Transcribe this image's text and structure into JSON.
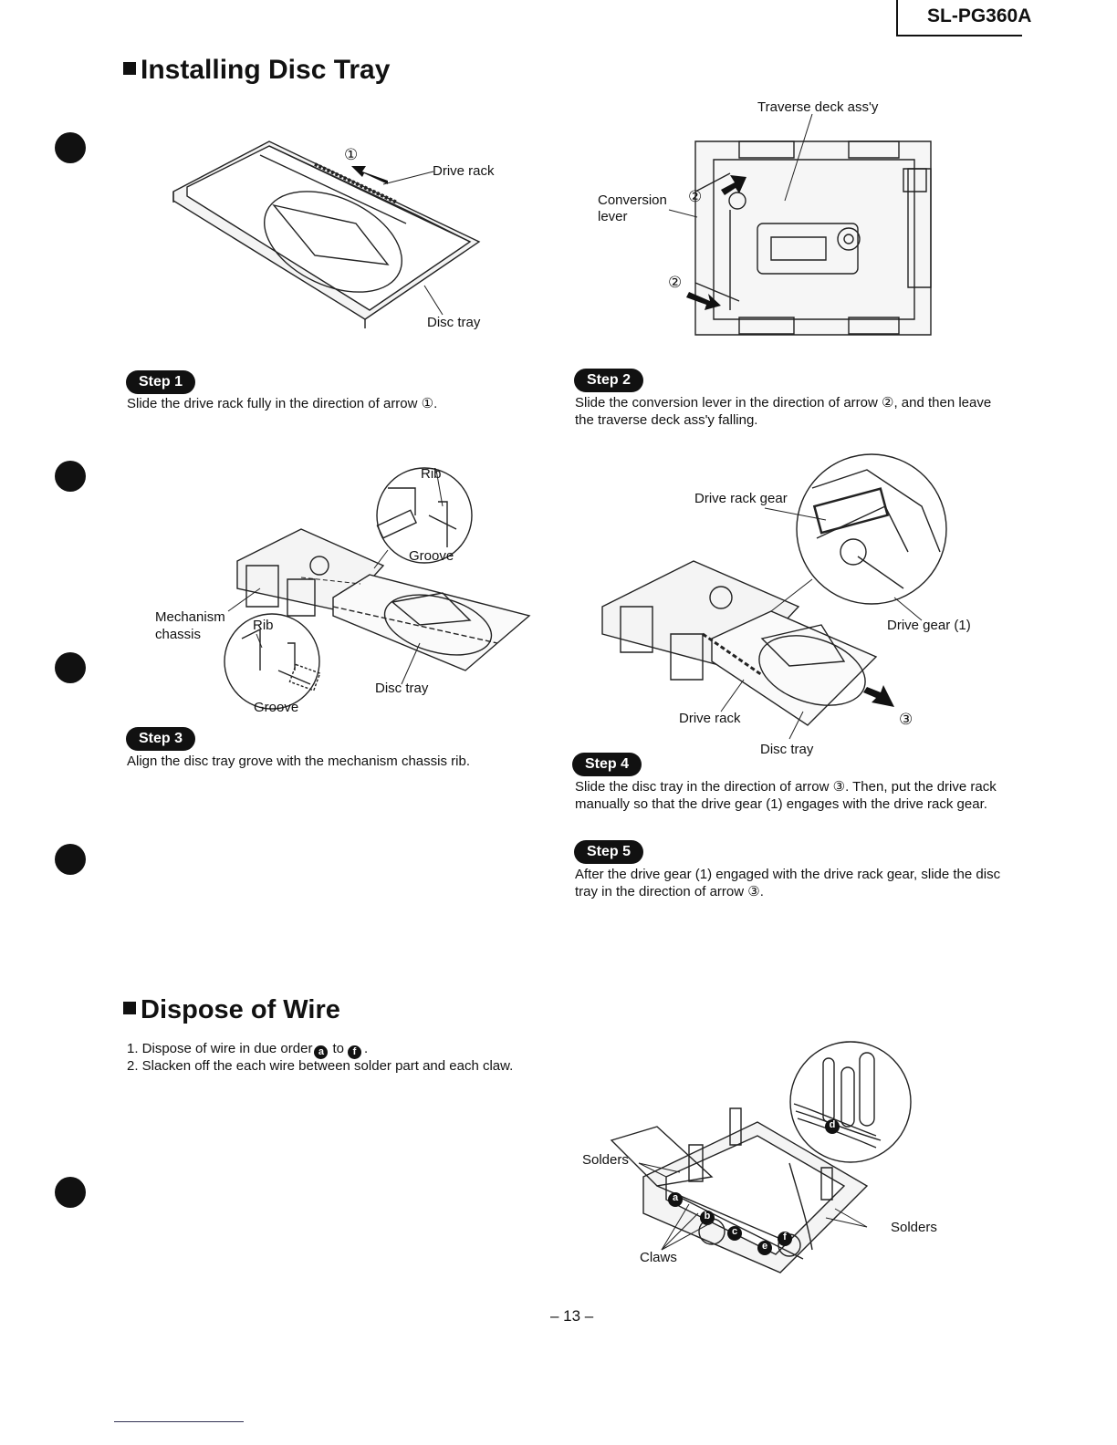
{
  "header": {
    "model": "SL-PG360A"
  },
  "section_install": {
    "title": "Installing Disc Tray"
  },
  "fig1": {
    "marker": "①",
    "drive_rack": "Drive rack",
    "disc_tray": "Disc tray"
  },
  "fig2": {
    "traverse": "Traverse deck ass'y",
    "conversion_1": "Conversion",
    "conversion_2": "lever",
    "marker_a": "②",
    "marker_b": "②"
  },
  "step1": {
    "badge": "Step 1",
    "text": "Slide the drive rack fully in the direction of arrow ①."
  },
  "step2": {
    "badge": "Step 2",
    "text": "Slide the conversion lever in the direction of arrow ②, and then leave the traverse deck ass'y falling."
  },
  "fig3": {
    "rib_top": "Rib",
    "groove_top": "Groove",
    "mech_1": "Mechanism",
    "mech_2": "chassis",
    "rib_bottom": "Rib",
    "groove_bottom": "Groove",
    "disc_tray": "Disc tray"
  },
  "fig4": {
    "drive_rack_gear": "Drive rack gear",
    "drive_gear": "Drive gear (1)",
    "drive_rack": "Drive rack",
    "marker": "③",
    "disc_tray": "Disc tray"
  },
  "step3": {
    "badge": "Step 3",
    "text": "Align the disc tray grove with the mechanism chassis rib."
  },
  "step4": {
    "badge": "Step 4",
    "text": "Slide the disc tray in the direction of arrow ③. Then, put the drive rack manually so that the drive gear (1) engages with the drive rack gear."
  },
  "step5": {
    "badge": "Step 5",
    "text": "After the drive gear (1) engaged with the drive rack gear, slide the disc tray in the direction of arrow ③."
  },
  "section_wire": {
    "title": "Dispose of Wire",
    "item1_pre": "1. Dispose of wire in due order",
    "item1_a": "a",
    "item1_mid": "to",
    "item1_f": "f",
    "item1_end": ".",
    "item2": "2. Slacken off the each wire between solder part and each claw."
  },
  "fig5": {
    "solders_left": "Solders",
    "solders_right": "Solders",
    "claws": "Claws",
    "a": "a",
    "b": "b",
    "c": "c",
    "d": "d",
    "e": "e",
    "f": "f"
  },
  "footer": {
    "page": "– 13 –"
  }
}
